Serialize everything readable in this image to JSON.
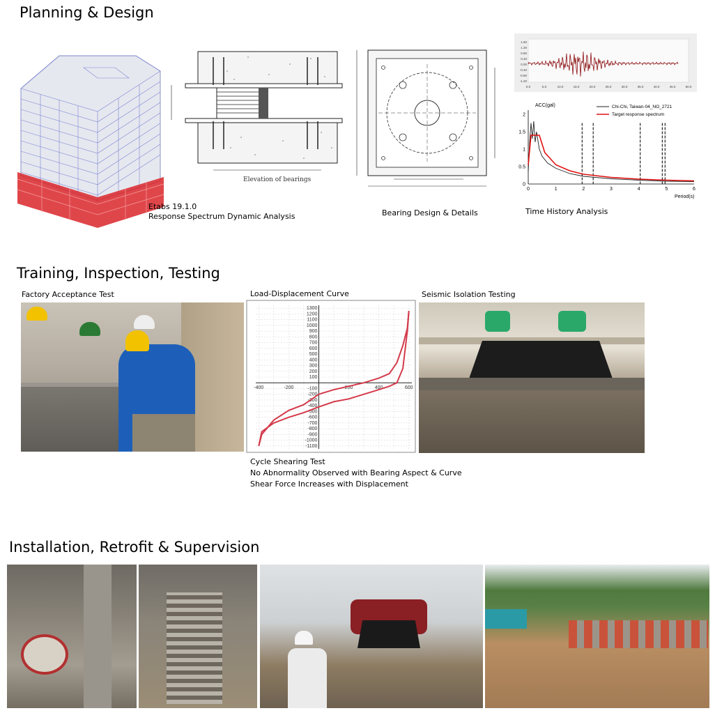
{
  "sections": {
    "planning": {
      "heading": "Planning & Design",
      "etabs_line1": "Etabs 19.1.0",
      "etabs_line2": "Response Spectrum Dynamic Analysis",
      "elevation_label": "Elevation of bearings",
      "bearing_caption": "Bearing Design & Details",
      "time_history_caption": "Time History Analysis",
      "th_upper_ticks_y": [
        "1.60",
        "1.20",
        "0.80",
        "0.40",
        "0.00",
        "-0.40",
        "-0.80",
        "-1.20"
      ],
      "th_upper_ticks_x": [
        "0.0",
        "5.0",
        "10.0",
        "15.0",
        "20.0",
        "25.0",
        "30.0",
        "35.0",
        "40.0",
        "45.0",
        "50.0"
      ],
      "spectrum": {
        "ylabel": "ACC(gal)",
        "xlabel": "Period(s)",
        "legend": [
          "Chi-Chi, Taiwan-04_NO_2721",
          "Target response spectrum"
        ],
        "y_ticks": [
          "2",
          "1.5",
          "1",
          "0.5",
          "0"
        ],
        "x_ticks": [
          "0",
          "1",
          "2",
          "3",
          "4",
          "5",
          "6"
        ]
      }
    },
    "training": {
      "heading": "Training, Inspection, Testing",
      "factory_caption": "Factory Acceptance Test",
      "curve_caption": "Load-Displacement Curve",
      "seismic_caption": "Seismic Isolation Testing",
      "notes": [
        "Cycle Shearing Test",
        "No Abnormality Observed with Bearing Aspect & Curve",
        "Shear Force Increases with Displacement"
      ],
      "curve_y_ticks": [
        "1300",
        "1200",
        "1100",
        "1000",
        "900",
        "800",
        "700",
        "600",
        "500",
        "400",
        "300",
        "200",
        "100",
        "-100",
        "-200",
        "-300",
        "-400",
        "-500",
        "-600",
        "-700",
        "-800",
        "-900",
        "-1000",
        "-1100"
      ],
      "curve_x_ticks": [
        "-400",
        "-200",
        "200",
        "400",
        "600"
      ]
    },
    "installation": {
      "heading": "Installation, Retrofit & Supervision"
    }
  },
  "colors": {
    "curve_red": "#d43a4a",
    "spectrum_red": "#e01010",
    "building_red": "#d9262a",
    "building_blue": "#5f6fd0"
  },
  "chart_data": [
    {
      "type": "line",
      "title": "Load-Displacement Curve",
      "xlabel": "",
      "ylabel": "",
      "xlim": [
        -420,
        620
      ],
      "ylim": [
        -1150,
        1350
      ],
      "series": [
        {
          "x": [
            -400,
            -380,
            -300,
            -200,
            -100,
            0,
            100,
            200,
            300,
            400,
            470,
            520,
            560,
            590,
            600
          ],
          "y": [
            -1100,
            -900,
            -650,
            -480,
            -380,
            -200,
            -120,
            -60,
            0,
            80,
            160,
            350,
            650,
            950,
            1250
          ]
        },
        {
          "x": [
            600,
            590,
            560,
            520,
            470,
            400,
            300,
            200,
            100,
            0,
            -100,
            -200,
            -300,
            -380,
            -400
          ],
          "y": [
            1250,
            900,
            250,
            0,
            -60,
            -120,
            -200,
            -280,
            -330,
            -420,
            -520,
            -600,
            -700,
            -850,
            -1100
          ]
        }
      ]
    },
    {
      "type": "line",
      "title": "",
      "xlabel": "Period(s)",
      "ylabel": "ACC(gal)",
      "xlim": [
        0,
        6
      ],
      "ylim": [
        0,
        2
      ],
      "series": [
        {
          "name": "Chi-Chi, Taiwan-04_NO_2721",
          "x": [
            0,
            0.05,
            0.1,
            0.15,
            0.2,
            0.25,
            0.3,
            0.4,
            0.5,
            0.7,
            1.0,
            1.5,
            2.0,
            3.0,
            4.0,
            5.0,
            6.0
          ],
          "y": [
            0.35,
            1.2,
            1.75,
            1.3,
            1.8,
            1.2,
            1.5,
            1.0,
            0.8,
            0.6,
            0.45,
            0.3,
            0.22,
            0.15,
            0.11,
            0.08,
            0.07
          ]
        },
        {
          "name": "Target response spectrum",
          "x": [
            0,
            0.1,
            0.2,
            0.4,
            0.6,
            1.0,
            1.5,
            2.0,
            3.0,
            4.0,
            5.0,
            6.0
          ],
          "y": [
            0.55,
            1.4,
            1.4,
            1.4,
            0.9,
            0.55,
            0.38,
            0.28,
            0.19,
            0.14,
            0.11,
            0.09
          ]
        }
      ]
    }
  ]
}
